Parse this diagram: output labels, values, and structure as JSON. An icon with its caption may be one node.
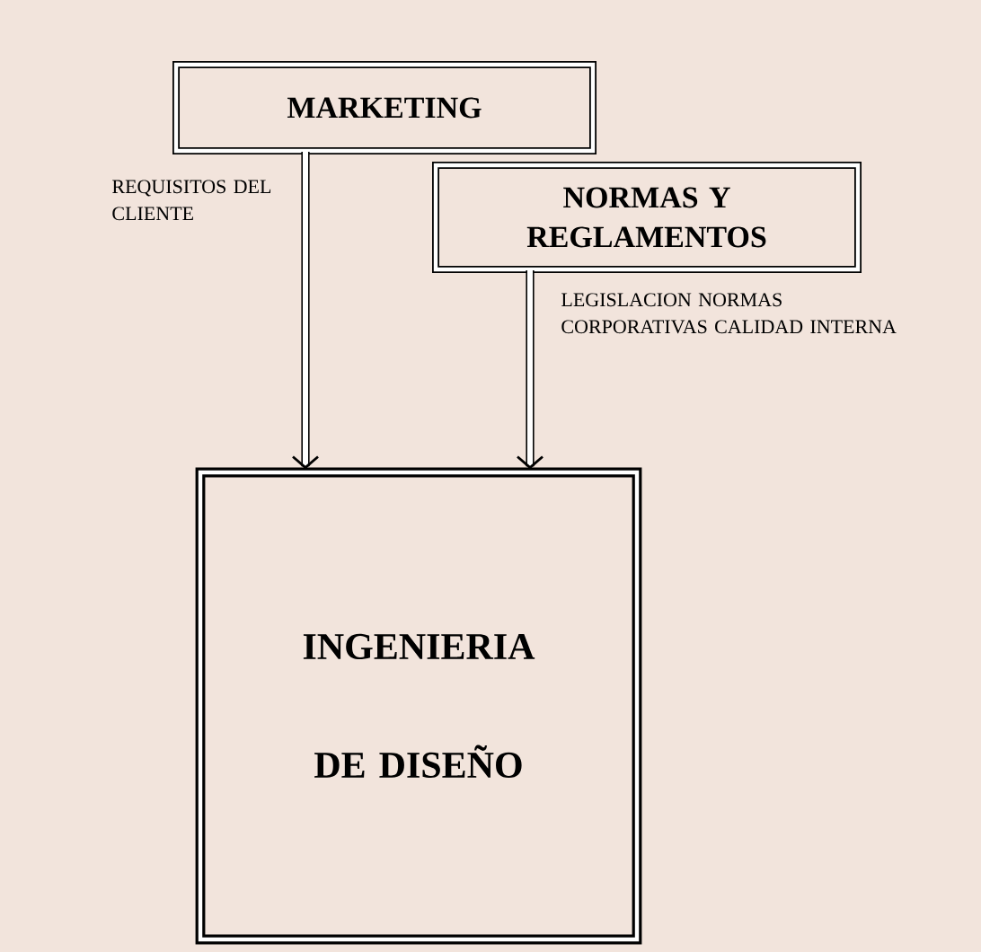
{
  "diagram": {
    "nodes": [
      {
        "text": [
          "MARKETING"
        ]
      },
      {
        "text": [
          "NORMAS Y REGLAMENTOS"
        ]
      },
      {
        "text": [
          "INGENIERIA DE DISEÑO"
        ]
      }
    ],
    "edges": [
      {
        "from": 0,
        "to": 2,
        "arrow": "to",
        "label": "REQUISITOS DEL CLIENTE"
      },
      {
        "from": 1,
        "to": 2,
        "arrow": "to",
        "label": "LEGISLACION NORMAS CORPORATIVAS CALIDAD INTERNA"
      }
    ]
  }
}
